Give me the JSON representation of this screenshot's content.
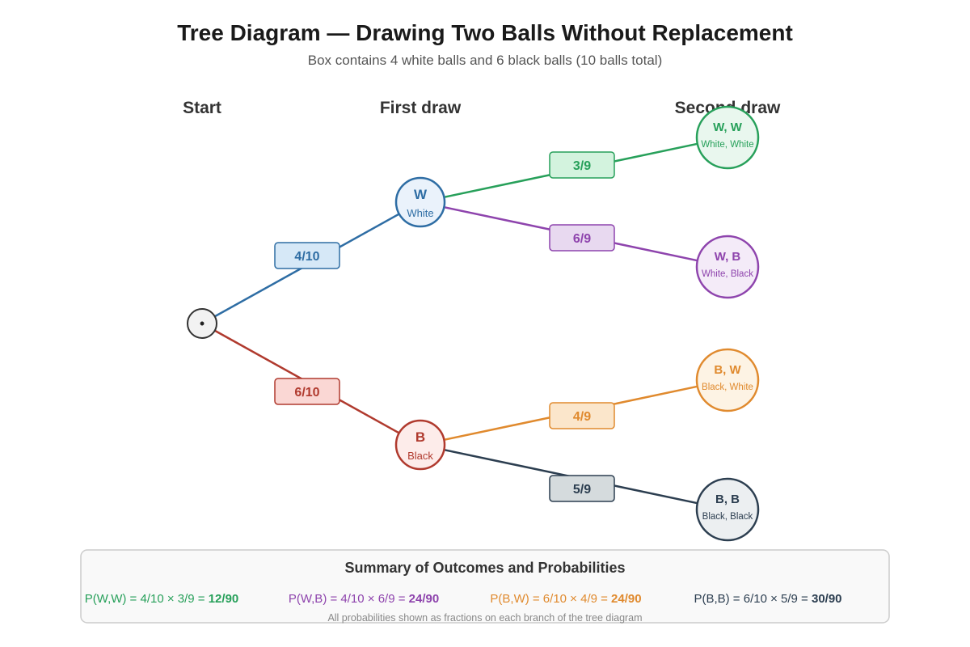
{
  "header": {
    "title": "Tree Diagram — Drawing Two Balls Without Replacement",
    "subtitle": "Box contains 4 white balls and 6 black balls (10 balls total)"
  },
  "columns": {
    "start": "Start",
    "first": "First draw",
    "second": "Second draw"
  },
  "start_node": {
    "symbol": "•"
  },
  "first_draw": [
    {
      "key": "W",
      "label": "White",
      "prob": "4/10",
      "color": "#2e6da4",
      "fill": "#eaf2fb",
      "prob_fill": "#d6e8f7"
    },
    {
      "key": "B",
      "label": "Black",
      "prob": "6/10",
      "color": "#b03a2e",
      "fill": "#fdecea",
      "prob_fill": "#fad7d4"
    }
  ],
  "second_draw": [
    {
      "parent": 0,
      "prob": "3/9",
      "key": "W, W",
      "label": "White, White",
      "color": "#27a05a",
      "fill": "#e9f7ee",
      "prob_fill": "#d3f3de"
    },
    {
      "parent": 0,
      "prob": "6/9",
      "key": "W, B",
      "label": "White, Black",
      "color": "#8e44ad",
      "fill": "#f4ebf8",
      "prob_fill": "#e8d9f0"
    },
    {
      "parent": 1,
      "prob": "4/9",
      "key": "B, W",
      "label": "Black, White",
      "color": "#e08a2e",
      "fill": "#fdf3e4",
      "prob_fill": "#fbe6cb"
    },
    {
      "parent": 1,
      "prob": "5/9",
      "key": "B, B",
      "label": "Black, Black",
      "color": "#2c3e50",
      "fill": "#eceff1",
      "prob_fill": "#d5dbdd"
    }
  ],
  "summary": {
    "title": "Summary of Outcomes and Probabilities",
    "formulas": [
      {
        "text": "P(W,W) = 4/10 × 3/9 = ",
        "result": "12/90",
        "color": "#27a05a"
      },
      {
        "text": "P(W,B) = 4/10 × 6/9 = ",
        "result": "24/90",
        "color": "#8e44ad"
      },
      {
        "text": "P(B,W) = 6/10 × 4/9 = ",
        "result": "24/90",
        "color": "#e08a2e"
      },
      {
        "text": "P(B,B) = 6/10 × 5/9 = ",
        "result": "30/90",
        "color": "#2c3e50"
      }
    ],
    "note": "All probabilities shown as fractions on each branch of the tree diagram"
  }
}
